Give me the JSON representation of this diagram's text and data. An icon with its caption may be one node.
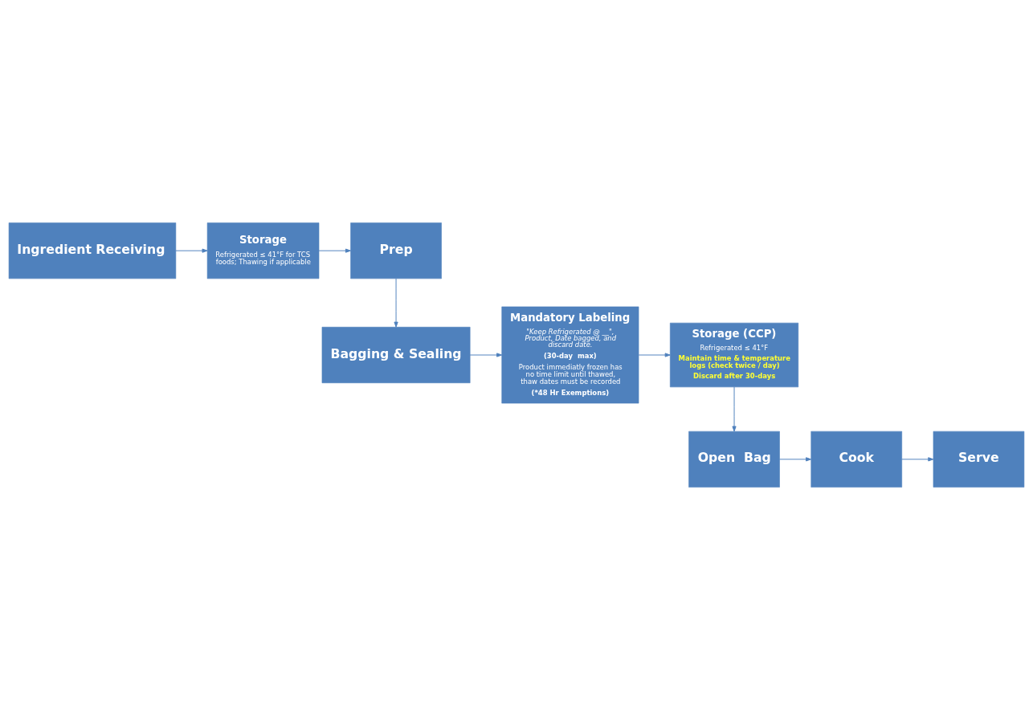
{
  "diagram": {
    "nodes": [
      {
        "text": [
          "Ingredient Receiving"
        ]
      },
      {
        "text": [
          "Storage",
          "Refrigerated ≤ 41°F for TCS foods; Thawing if applicable"
        ]
      },
      {
        "text": [
          "Prep"
        ]
      },
      {
        "text": [
          "Bagging & Sealing"
        ]
      },
      {
        "text": [
          "Mandatory Labeling",
          "\"Keep Refrigerated @ __\", Product, Date bagged, and discard date.",
          "(30-day  max)",
          "Product immediatly frozen has no time limit until thawed, thaw dates must be recorded",
          "(*48 Hr Exemptions)"
        ]
      },
      {
        "text": [
          "Storage (CCP)",
          "Refrigerated ≤ 41°F",
          "Maintain time & temperature logs (check twice / day)",
          "Discard after 30-days"
        ]
      },
      {
        "text": [
          "Open  Bag"
        ]
      },
      {
        "text": [
          "Cook"
        ]
      },
      {
        "text": [
          "Serve"
        ]
      }
    ],
    "edges": [
      {
        "from": 0,
        "to": 1,
        "arrow": "to"
      },
      {
        "from": 1,
        "to": 2,
        "arrow": "to"
      },
      {
        "from": 2,
        "to": 3,
        "arrow": "to"
      },
      {
        "from": 3,
        "to": 4,
        "arrow": "to"
      },
      {
        "from": 4,
        "to": 5,
        "arrow": "to"
      },
      {
        "from": 5,
        "to": 6,
        "arrow": "to"
      },
      {
        "from": 6,
        "to": 7,
        "arrow": "to"
      },
      {
        "from": 7,
        "to": 8,
        "arrow": "to"
      }
    ]
  }
}
